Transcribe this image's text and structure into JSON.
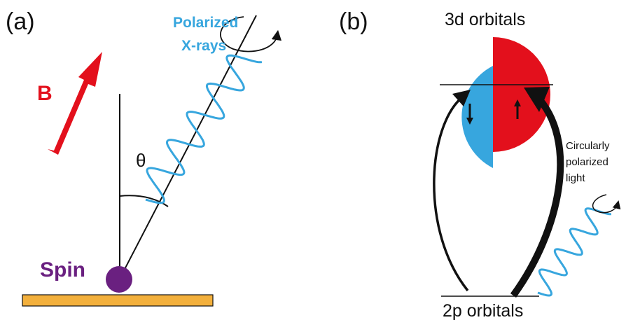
{
  "panel_a": {
    "label": "(a)",
    "field_label": "B",
    "xray_label_line1": "Polarized",
    "xray_label_line2": "X-rays",
    "angle_label": "θ",
    "spin_label": "Spin"
  },
  "panel_b": {
    "label": "(b)",
    "top_label": "3d orbitals",
    "bottom_label": "2p orbitals",
    "light_label_line1": "Circularly",
    "light_label_line2": "polarized",
    "light_label_line3": "light"
  },
  "colors": {
    "red": "#e3101c",
    "blue": "#37a6de",
    "purple": "#6a2080",
    "orange": "#f3b03c",
    "black": "#111111"
  },
  "icons": [
    "field-arrow-icon",
    "rotation-arrow-icon",
    "wave-icon",
    "spin-ball-icon",
    "up-arrow-icon",
    "down-arrow-icon"
  ]
}
